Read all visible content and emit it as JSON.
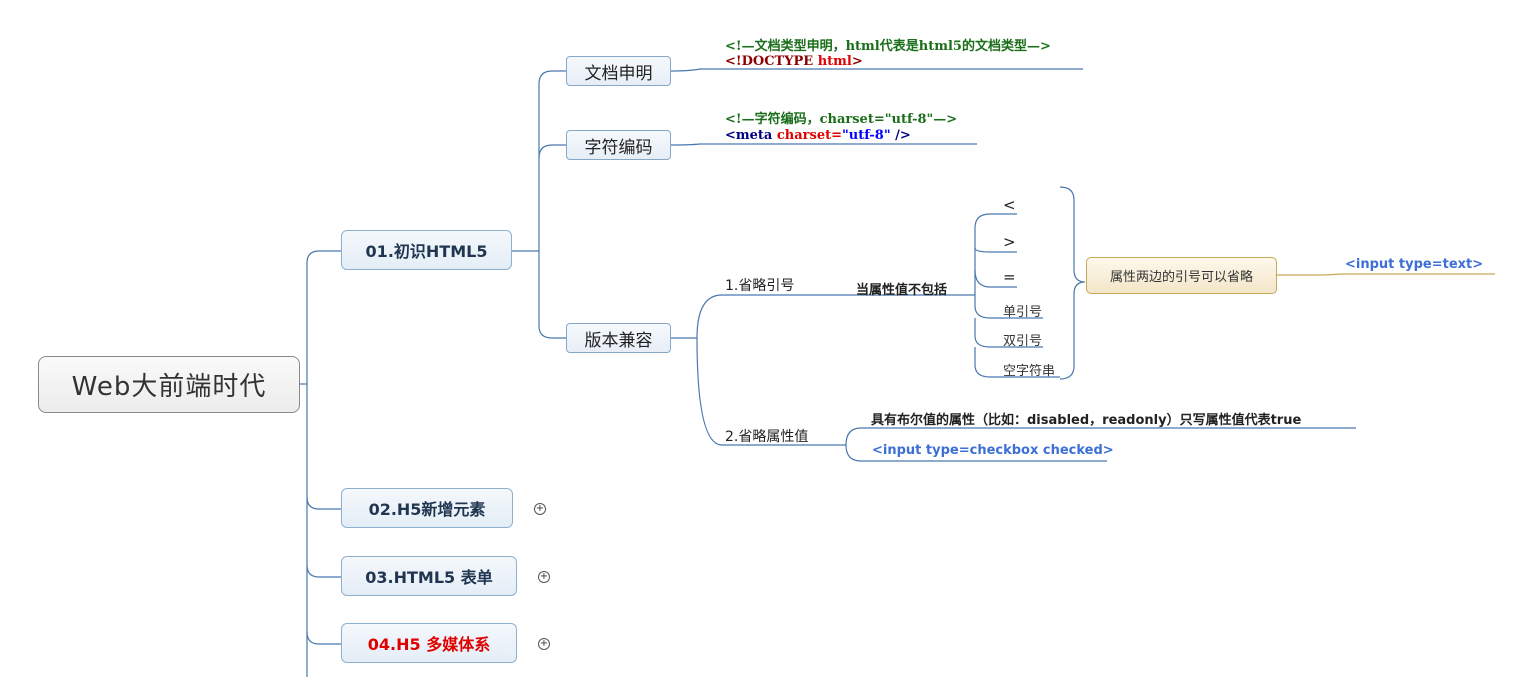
{
  "root": {
    "label": "Web大前端时代"
  },
  "branches": [
    {
      "label": "01.初识HTML5",
      "color": "#1f3550"
    },
    {
      "label": "02.H5新增元素",
      "color": "#1f3550"
    },
    {
      "label": "03.HTML5 表单",
      "color": "#1f3550"
    },
    {
      "label": "04.H5 多媒体系",
      "color": "#e00000"
    }
  ],
  "subtopics": {
    "doctype": {
      "label": "文档申明",
      "comment": "<!—文档类型申明，html代表是html5的文档类型—>",
      "code_tag": "<!DOCTYPE ",
      "code_attr": "html",
      "code_end": ">"
    },
    "charset": {
      "label": "字符编码",
      "comment": "<!—字符编码，charset=\"utf-8\"—>",
      "code_open": "<meta ",
      "code_attr": "charset=",
      "code_val": "\"utf-8\"",
      "code_end": " />"
    },
    "compat": {
      "label": "版本兼容",
      "omit_quotes": {
        "label": "1.省略引号",
        "condition": "当属性值不包括",
        "items": [
          "<",
          ">",
          "=",
          "单引号",
          "双引号",
          "空字符串"
        ],
        "callout": "属性两边的引号可以省略",
        "example": "<input type=text>"
      },
      "omit_value": {
        "label": "2.省略属性值",
        "desc": "具有布尔值的属性（比如：disabled，readonly）只写属性值代表true",
        "example": "<input type=checkbox checked>"
      }
    }
  },
  "icons": {
    "expand": "plus-circle-icon"
  },
  "colors": {
    "line": "#3f6ea8",
    "callout_line": "#c9a75a"
  }
}
